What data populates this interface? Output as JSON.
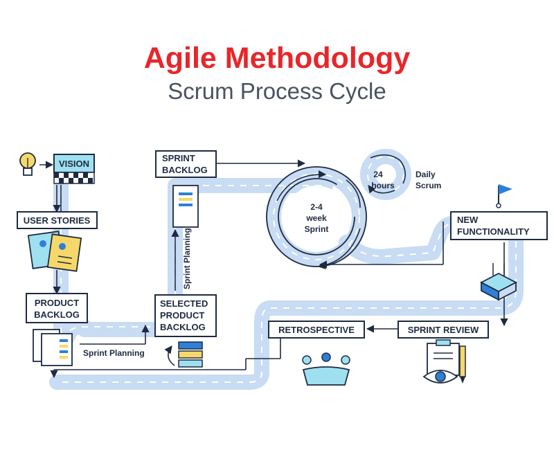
{
  "title": "Agile Methodology",
  "subtitle": "Scrum Process Cycle",
  "colors": {
    "title": "#e8262a",
    "subtitle": "#4a5160",
    "text": "#1e2a40",
    "road": "#c8dcf3",
    "box_fill": "#ffffff",
    "accent_blue": "#2f7fd8",
    "accent_cyan": "#9fe0f0",
    "accent_yellow": "#f6d86a"
  },
  "nodes": {
    "vision": "VISION",
    "user_stories": "USER STORIES",
    "product_backlog": [
      "PRODUCT",
      "BACKLOG"
    ],
    "sprint_backlog": [
      "SPRINT",
      "BACKLOG"
    ],
    "selected_product_backlog": [
      "SELECTED",
      "PRODUCT",
      "BACKLOG"
    ],
    "new_functionality": [
      "NEW",
      "FUNCTIONALITY"
    ],
    "sprint_review": "SPRINT REVIEW",
    "retrospective": "RETROSPECTIVE"
  },
  "labels": {
    "sprint_cycle": [
      "2-4",
      "week",
      "Sprint"
    ],
    "daily_cycle": [
      "24",
      "hours"
    ],
    "daily_scrum": [
      "Daily",
      "Scrum"
    ],
    "sprint_planning_horizontal": "Sprint Planning",
    "sprint_planning_vertical": "Sprint Planning"
  },
  "icons": [
    "lightbulb-icon",
    "checkered-flag-icon",
    "user-story-cards-icon",
    "backlog-documents-icon",
    "sprint-backlog-document-icon",
    "stacked-backlog-icon",
    "cycle-arrow-icon",
    "blue-flag-icon",
    "open-box-icon",
    "review-clipboard-eye-icon",
    "pencil-icon",
    "team-meeting-icon"
  ]
}
